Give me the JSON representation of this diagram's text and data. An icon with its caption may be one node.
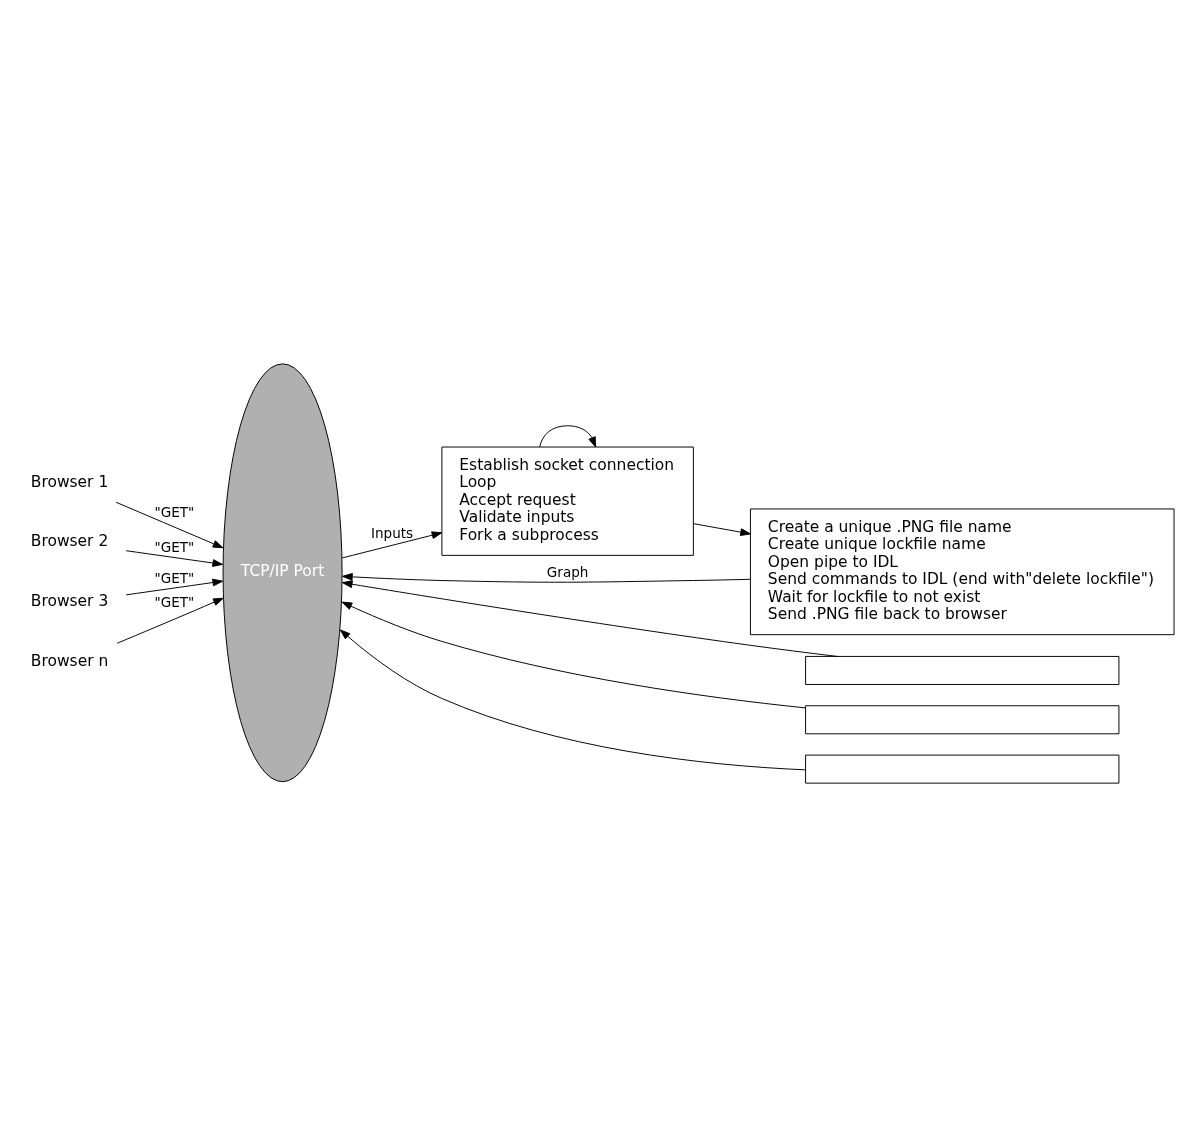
{
  "diagram": {
    "nodes": [
      {
        "text": [
          "Browser 1"
        ]
      },
      {
        "text": [
          "Browser 2"
        ]
      },
      {
        "text": [
          "Browser 3"
        ]
      },
      {
        "text": [
          "Browser n"
        ]
      },
      {
        "text": [
          "TCP/IP Port"
        ]
      },
      {
        "text": [
          "Establish socket connection",
          "Loop",
          "Accept request",
          "Validate inputs",
          "Fork a subprocess"
        ]
      },
      {
        "text": [
          "Create a unique .PNG file name",
          "Create unique lockfile name",
          "Open pipe to IDL",
          "Send commands to IDL (end with\"delete lockfile\")",
          "Wait for lockfile to not exist",
          "Send .PNG file back to browser"
        ]
      },
      {
        "text": [],
        "shape": "box"
      },
      {
        "text": [],
        "shape": "box"
      },
      {
        "text": [],
        "shape": "box"
      }
    ],
    "edges": [
      {
        "from": 0,
        "to": 4,
        "arrow": "to",
        "label": "\"GET\""
      },
      {
        "from": 1,
        "to": 4,
        "arrow": "to",
        "label": "\"GET\""
      },
      {
        "from": 2,
        "to": 4,
        "arrow": "to",
        "label": "\"GET\""
      },
      {
        "from": 3,
        "to": 4,
        "arrow": "to",
        "label": "\"GET\""
      },
      {
        "from": 4,
        "to": 5,
        "arrow": "to",
        "label": "Inputs"
      },
      {
        "from": 5,
        "to": 5,
        "arrow": "to"
      },
      {
        "from": 5,
        "to": 6,
        "arrow": "to"
      },
      {
        "from": 6,
        "to": 4,
        "arrow": "to",
        "label": "Graph"
      },
      {
        "from": 7,
        "to": 4,
        "arrow": "to"
      },
      {
        "from": 8,
        "to": 4,
        "arrow": "to"
      },
      {
        "from": 9,
        "to": 4,
        "arrow": "to"
      }
    ]
  }
}
